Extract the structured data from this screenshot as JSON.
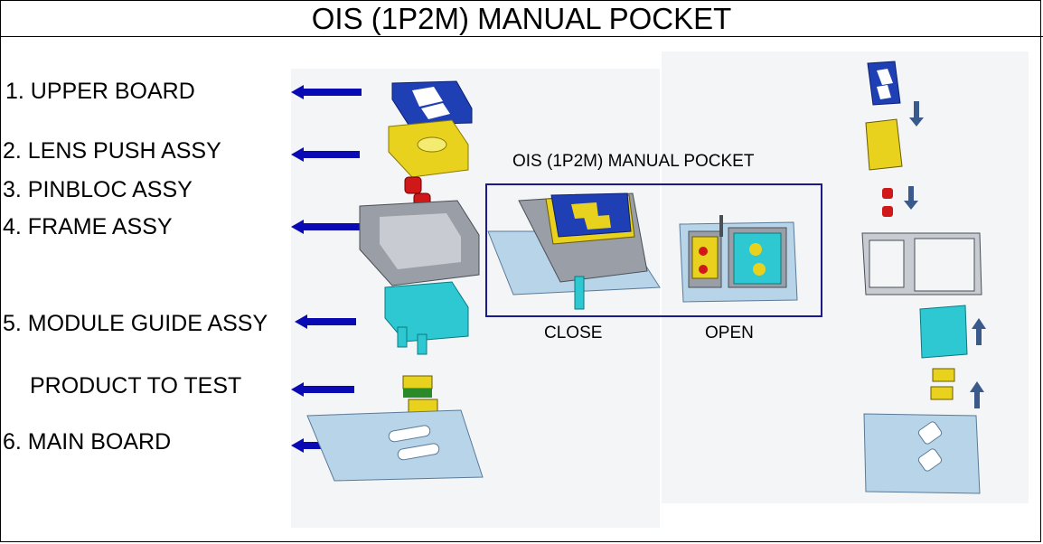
{
  "title": "OIS (1P2M) MANUAL POCKET",
  "labels": {
    "upper_board": "1. UPPER BOARD",
    "lens_push": "2. LENS PUSH ASSY",
    "pinbloc": "3. PINBLOC ASSY",
    "frame": "4. FRAME ASSY",
    "module_guide": "5. MODULE GUIDE ASSY",
    "product": "PRODUCT TO TEST",
    "main_board": "6. MAIN BOARD"
  },
  "pocket": {
    "title": "OIS (1P2M) MANUAL POCKET",
    "close": "CLOSE",
    "open": "OPEN"
  },
  "colors": {
    "arrow": "#0a0ab4",
    "upper_board": "#1f3fb4",
    "lens_push": "#e8d21e",
    "pinbloc": "#d01818",
    "frame": "#9a9ea6",
    "module_guide": "#2ec8d2",
    "main_board": "#b8d4e8",
    "side_arrow": "#3a5a8c"
  }
}
